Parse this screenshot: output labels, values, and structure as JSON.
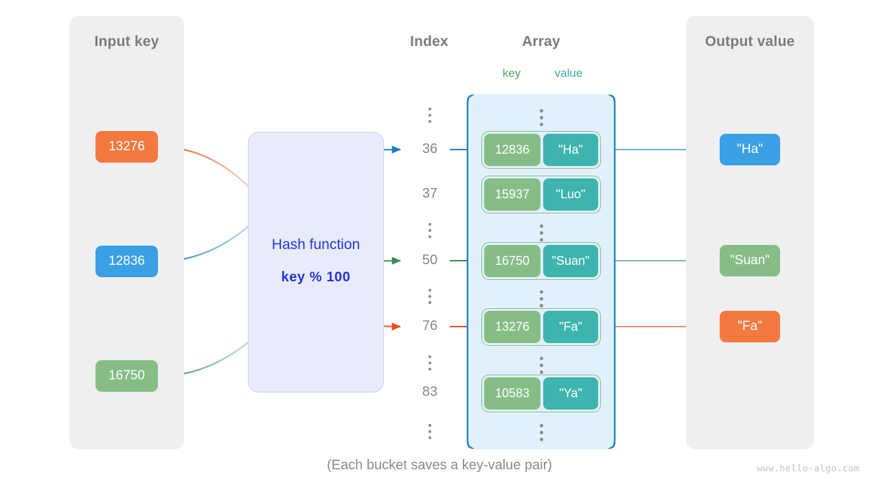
{
  "diagram": {
    "caption": "(Each bucket saves a key-value pair)",
    "watermark": "www.hello-algo.com"
  },
  "input_panel": {
    "title": "Input key",
    "keys": [
      {
        "label": "13276",
        "color": "#f4793f"
      },
      {
        "label": "12836",
        "color": "#3aa0e4"
      },
      {
        "label": "16750",
        "color": "#86bd87"
      }
    ]
  },
  "hash_function": {
    "title": "Hash function",
    "expression": "key % 100",
    "text_color": "#2535d8",
    "box_color": "#e8ebf9"
  },
  "index_column": {
    "title": "Index",
    "entries": [
      "dots",
      "36",
      "37",
      "dots",
      "50",
      "dots",
      "76",
      "dots",
      "83",
      "dots"
    ]
  },
  "array_column": {
    "title": "Array",
    "key_header": "key",
    "value_header": "value",
    "key_color": "#86bd87",
    "value_color": "#3eb4ae",
    "box_color": "#e1f0fb",
    "buckets": [
      {
        "index": "36",
        "key": "12836",
        "value": "\"Ha\""
      },
      {
        "index": "37",
        "key": "15937",
        "value": "\"Luo\""
      },
      {
        "index": "50",
        "key": "16750",
        "value": "\"Suan\""
      },
      {
        "index": "76",
        "key": "13276",
        "value": "\"Fa\""
      },
      {
        "index": "83",
        "key": "10583",
        "value": "\"Ya\""
      }
    ]
  },
  "output_panel": {
    "title": "Output value",
    "values": [
      {
        "label": "\"Ha\"",
        "color": "#3aa0e4"
      },
      {
        "label": "\"Suan\"",
        "color": "#86bd87"
      },
      {
        "label": "\"Fa\"",
        "color": "#f4793f"
      }
    ]
  },
  "mappings": [
    {
      "input": "13276",
      "index": "76",
      "value": "\"Fa\"",
      "color": "#e8491f"
    },
    {
      "input": "12836",
      "index": "36",
      "value": "\"Ha\"",
      "color": "#1b7fc4"
    },
    {
      "input": "16750",
      "index": "50",
      "value": "\"Suan\"",
      "color": "#3b8b4e"
    }
  ]
}
